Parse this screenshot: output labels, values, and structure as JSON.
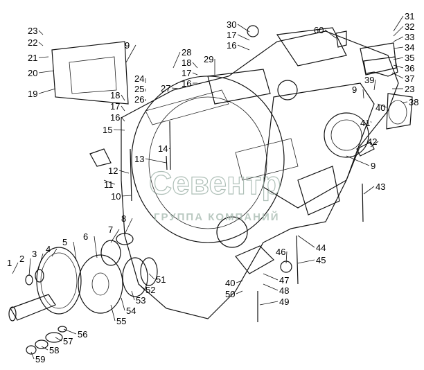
{
  "diagram": {
    "callouts": [
      "23",
      "22",
      "21",
      "20",
      "19",
      "9",
      "30",
      "17",
      "16",
      "28",
      "18",
      "17",
      "16",
      "29",
      "27",
      "24",
      "25",
      "26",
      "18",
      "17",
      "16",
      "15",
      "14",
      "13",
      "12",
      "11",
      "10",
      "60",
      "31",
      "32",
      "33",
      "34",
      "35",
      "36",
      "37",
      "23",
      "39",
      "9",
      "40",
      "41",
      "38",
      "42",
      "9",
      "43",
      "44",
      "45",
      "46",
      "47",
      "48",
      "40",
      "50",
      "49",
      "8",
      "7",
      "6",
      "5",
      "4",
      "3",
      "2",
      "1",
      "51",
      "52",
      "53",
      "54",
      "55",
      "56",
      "57",
      "58",
      "59"
    ]
  },
  "watermark": {
    "logo": "Севентр",
    "subtitle": "ГРУППА КОМПАНИЙ"
  }
}
